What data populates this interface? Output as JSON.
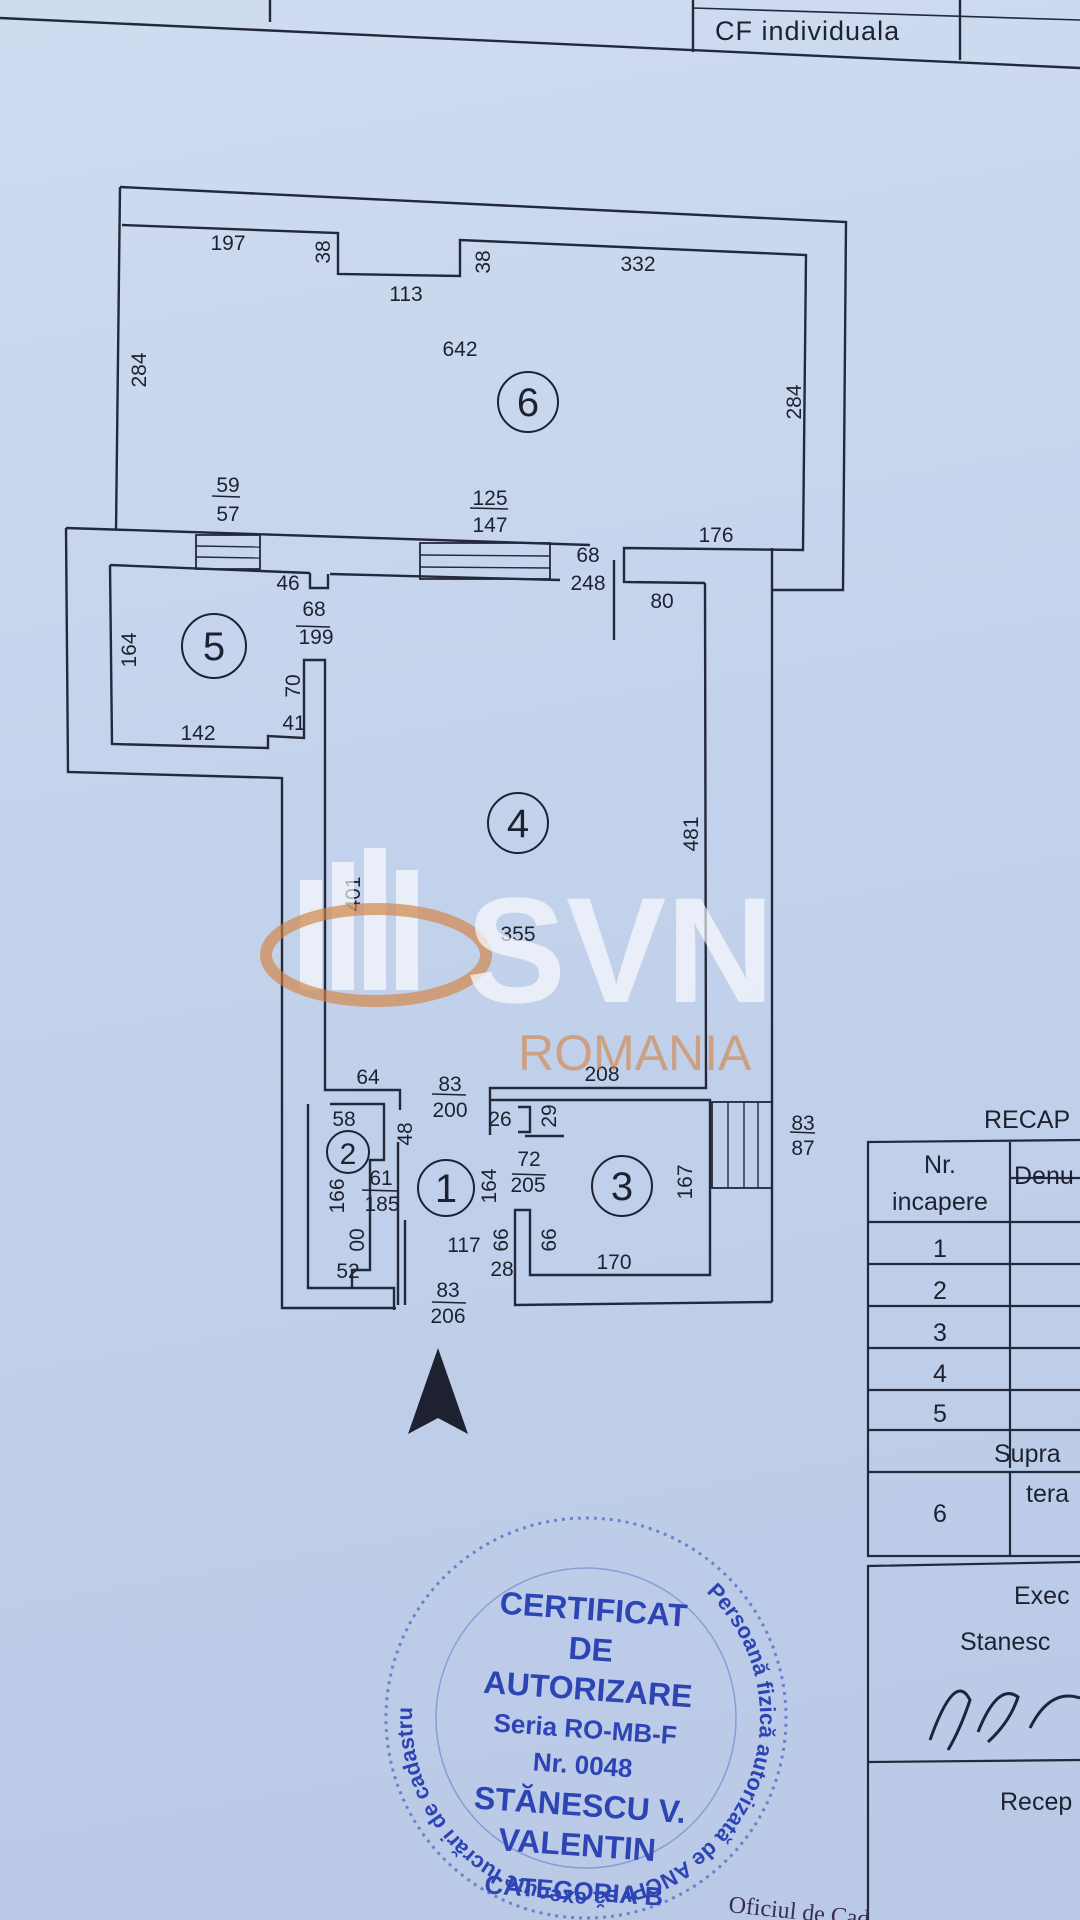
{
  "header": {
    "cf_label": "CF individuala"
  },
  "rooms": [
    {
      "number": "1"
    },
    {
      "number": "2"
    },
    {
      "number": "3"
    },
    {
      "number": "4"
    },
    {
      "number": "5"
    },
    {
      "number": "6"
    }
  ],
  "dimensions": {
    "d197": "197",
    "d38a": "38",
    "d113": "113",
    "d38b": "38",
    "d332": "332",
    "d642": "642",
    "d284a": "284",
    "d284b": "284",
    "d59": "59",
    "d57": "57",
    "d125": "125",
    "d147": "147",
    "d68a": "68",
    "d248": "248",
    "d176": "176",
    "d80": "80",
    "d46": "46",
    "d68b": "68",
    "d199": "199",
    "d164a": "164",
    "d70": "70",
    "d41": "41",
    "d142": "142",
    "d401": "401",
    "d481": "481",
    "d355": "355",
    "d64": "64",
    "d83a": "83",
    "d200": "200",
    "d208": "208",
    "d58": "58",
    "d48": "48",
    "d26": "26",
    "d29": "29",
    "d72": "72",
    "d205": "205",
    "d83b": "83",
    "d87": "87",
    "d61": "61",
    "d185": "185",
    "d164b": "164",
    "d167": "167",
    "d166": "166",
    "d00": "00",
    "d117": "117",
    "d66a": "66",
    "d66b": "66",
    "d28": "28",
    "d52": "52",
    "d170": "170",
    "d83c": "83",
    "d206": "206"
  },
  "watermark": {
    "brand": "SVN",
    "country": "ROMANIA"
  },
  "recap_table": {
    "title": "RECAP",
    "col_nr": [
      "Nr.",
      "incapere"
    ],
    "col_den": "Denu",
    "rows": [
      "1",
      "2",
      "3",
      "4",
      "5"
    ],
    "suprafata_label": "Supra",
    "row6_nr": "6",
    "row6_den": "tera"
  },
  "executant": {
    "label": "Exec",
    "name": "Stanesc",
    "receptie": "Recep"
  },
  "stamp": {
    "ring_text": "Persoană fizică autorizată de ANCPI să execute lucrări de cadastru, geodezie și cartografie",
    "line1": "CERTIFICAT",
    "line2": "DE",
    "line3": "AUTORIZARE",
    "line4": "Seria RO-MB-F",
    "line5": "Nr. 0048",
    "line6": "STĂNESCU V.",
    "line7": "VALENTIN",
    "line8": "CATEGORIA B",
    "office": "Oficiul de Cad"
  }
}
